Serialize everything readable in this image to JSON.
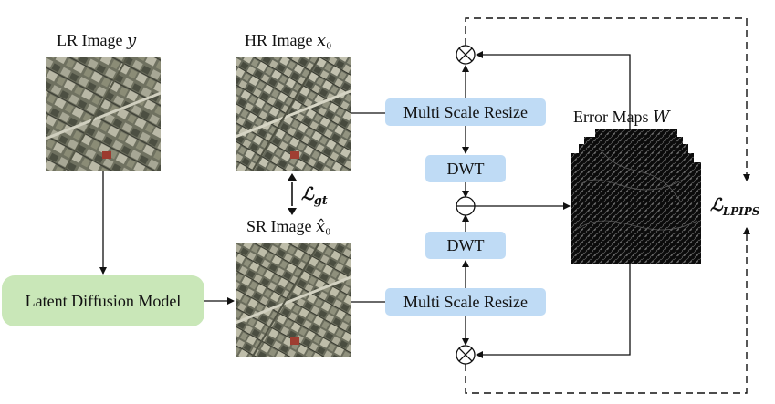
{
  "labels": {
    "lr_image": "LR Image 𝑦",
    "hr_image": "HR Image 𝑥₀",
    "sr_image": "SR Image 𝑥̂₀",
    "error_maps": "Error Maps 𝑊",
    "loss_gt": "ℒ",
    "loss_gt_sub": "gt",
    "loss_lpips": "ℒ",
    "loss_lpips_sub": "LPIPS"
  },
  "boxes": {
    "latent_diffusion": "Latent Diffusion Model",
    "msr_top": "Multi Scale Resize",
    "msr_bottom": "Multi Scale Resize",
    "dwt_top": "DWT",
    "dwt_bottom": "DWT"
  },
  "colors": {
    "blue_box": "#bfdbf5",
    "green_box": "#c9e7b8",
    "line": "#111111"
  }
}
